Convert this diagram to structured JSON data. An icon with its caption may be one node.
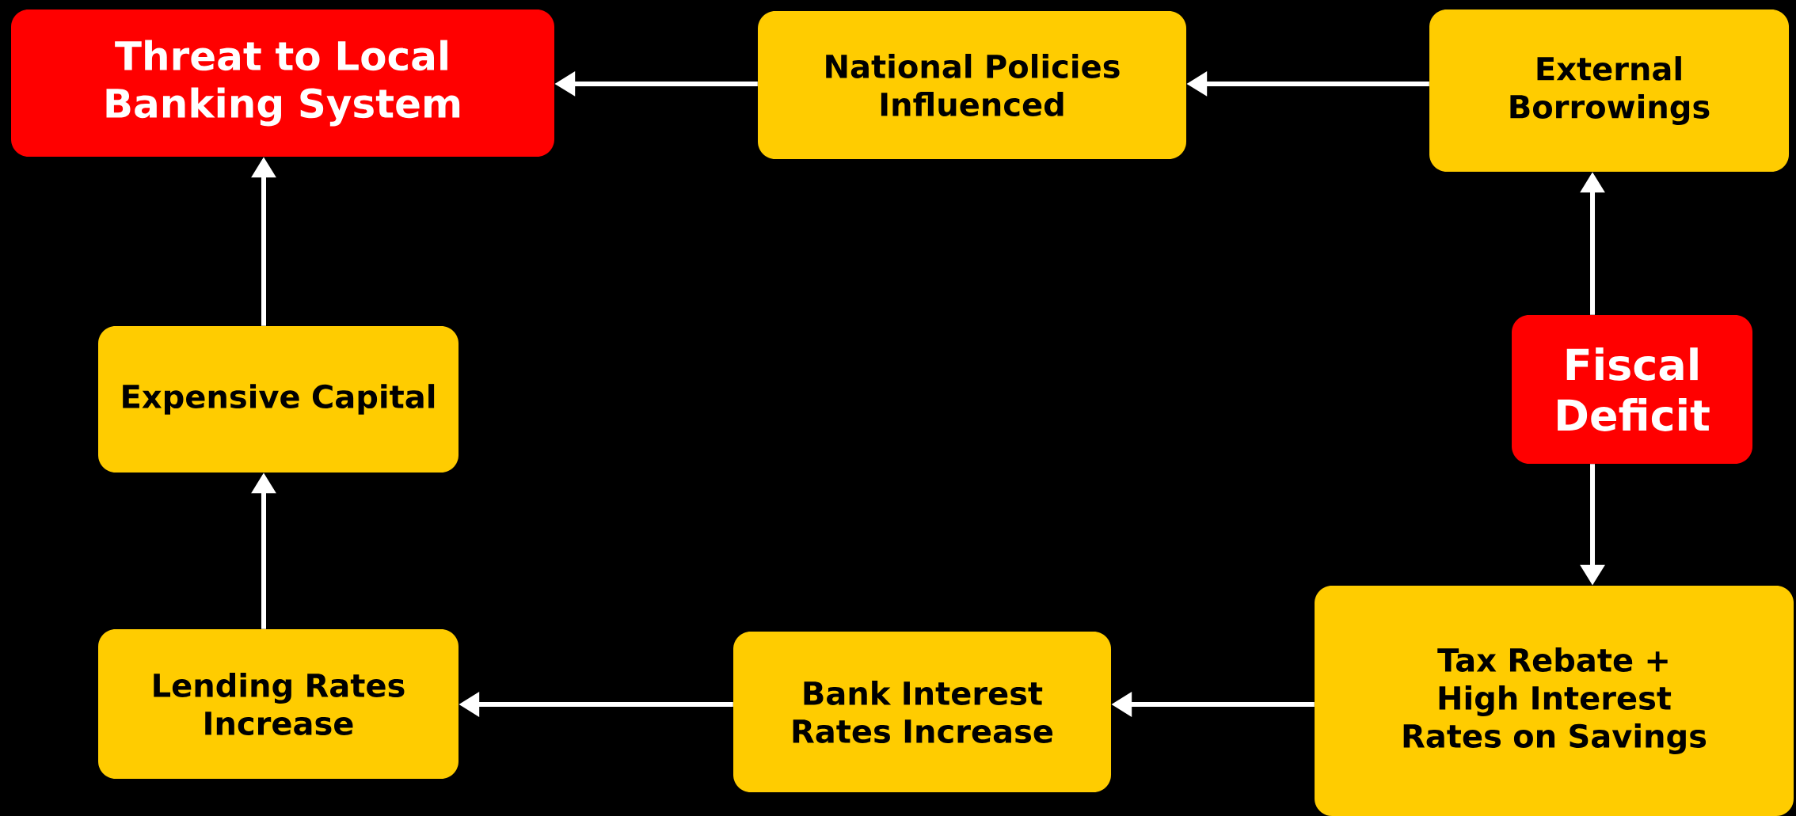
{
  "diagram": {
    "nodes": [
      {
        "text": [
          "Threat to Local Banking System"
        ]
      },
      {
        "text": [
          "National Policies Influenced"
        ]
      },
      {
        "text": [
          "External Borrowings"
        ]
      },
      {
        "text": [
          "Fiscal Deficit"
        ]
      },
      {
        "text": [
          "Tax Rebate + High Interest Rates on Savings"
        ]
      },
      {
        "text": [
          "Bank Interest Rates Increase"
        ]
      },
      {
        "text": [
          "Lending Rates Increase"
        ]
      },
      {
        "text": [
          "Expensive Capital"
        ]
      }
    ],
    "edges": [
      {
        "from": 2,
        "to": 1,
        "arrow": "to"
      },
      {
        "from": 1,
        "to": 0,
        "arrow": "to"
      },
      {
        "from": 3,
        "to": 2,
        "arrow": "to"
      },
      {
        "from": 3,
        "to": 4,
        "arrow": "to"
      },
      {
        "from": 4,
        "to": 5,
        "arrow": "to"
      },
      {
        "from": 5,
        "to": 6,
        "arrow": "to"
      },
      {
        "from": 6,
        "to": 7,
        "arrow": "to"
      },
      {
        "from": 7,
        "to": 0,
        "arrow": "to"
      }
    ]
  }
}
